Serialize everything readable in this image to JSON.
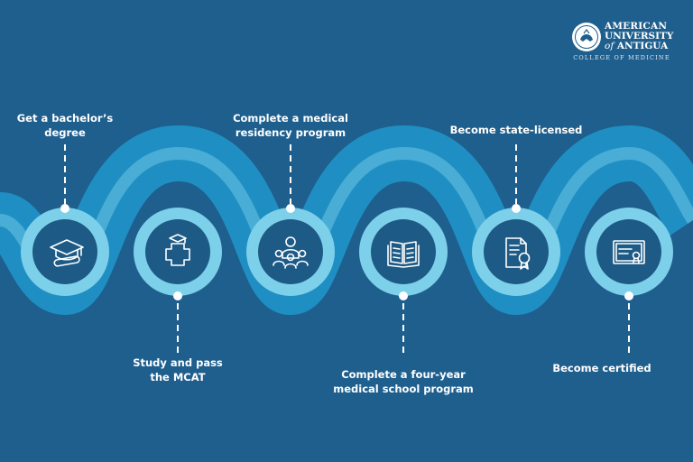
{
  "brand": {
    "line1": "AMERICAN",
    "line2": "UNIVERSITY",
    "line3_prefix": "of",
    "line3_main": "ANTIGUA",
    "subtitle": "COLLEGE OF MEDICINE",
    "colors": {
      "background": "#1f5f8e",
      "wave_dark": "#1f8fc3",
      "wave_light": "#7dd0ea",
      "node_fill": "#1d5a85",
      "white": "#ffffff"
    }
  },
  "steps": [
    {
      "id": 1,
      "line1": "Get a bachelor’s",
      "line2": "degree",
      "icon": "graduation-cap-diploma-icon"
    },
    {
      "id": 2,
      "line1": "Study and pass",
      "line2": "the MCAT",
      "icon": "medical-cross-cap-icon"
    },
    {
      "id": 3,
      "line1": "Complete a medical",
      "line2": "residency program",
      "icon": "doctor-with-team-icon"
    },
    {
      "id": 4,
      "line1": "Complete a four-year",
      "line2": "medical school program",
      "icon": "open-book-icon"
    },
    {
      "id": 5,
      "line1": "Become state-licensed",
      "line2": "",
      "icon": "license-document-icon"
    },
    {
      "id": 6,
      "line1": "Become certified",
      "line2": "",
      "icon": "certificate-icon"
    }
  ]
}
